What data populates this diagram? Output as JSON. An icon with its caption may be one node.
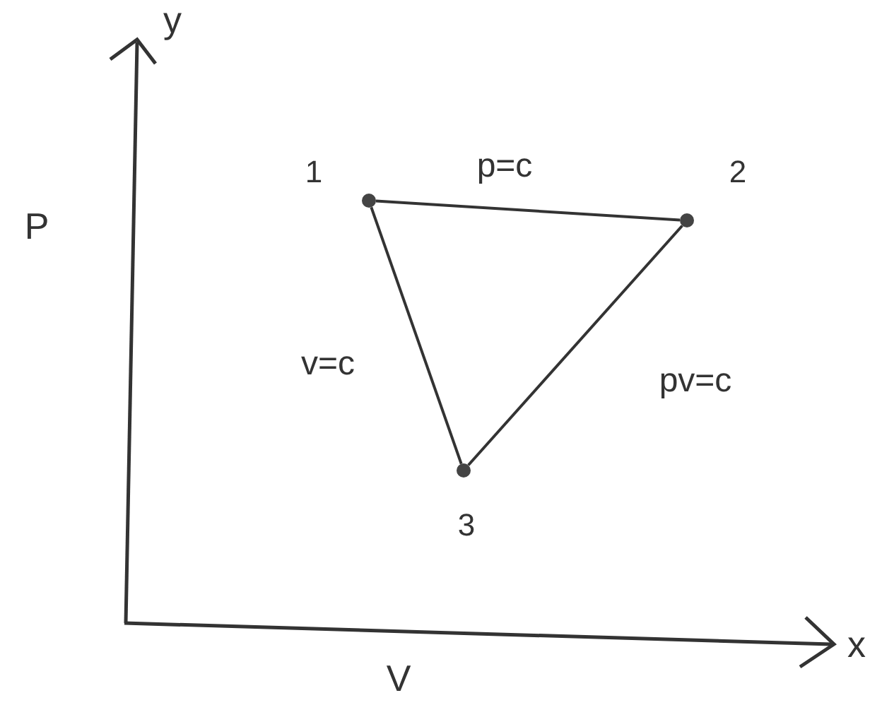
{
  "diagram": {
    "nodes": [
      {
        "text": [],
        "shape": "circle",
        "beside": [
          "1"
        ]
      },
      {
        "text": [],
        "shape": "circle",
        "beside": [
          "2"
        ]
      },
      {
        "text": [],
        "shape": "circle",
        "beside": [
          "3"
        ]
      }
    ],
    "edges": [
      {
        "from": 0,
        "to": 1,
        "arrow": "none",
        "label": "p=c"
      },
      {
        "from": 1,
        "to": 2,
        "arrow": "none",
        "label": "pv=c"
      },
      {
        "from": 2,
        "to": 0,
        "arrow": "none",
        "label": "v=c"
      }
    ],
    "labels": [
      "y",
      "P",
      "V",
      "x"
    ]
  }
}
